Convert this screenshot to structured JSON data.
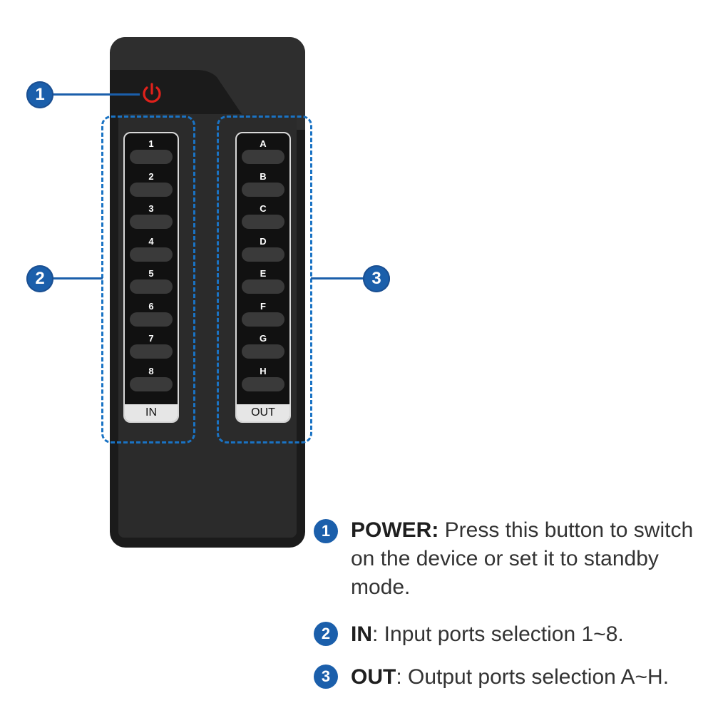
{
  "device": {
    "in_keys": [
      "1",
      "2",
      "3",
      "4",
      "5",
      "6",
      "7",
      "8"
    ],
    "out_keys": [
      "A",
      "B",
      "C",
      "D",
      "E",
      "F",
      "G",
      "H"
    ],
    "in_footer": "IN",
    "out_footer": "OUT",
    "power_icon": "power-icon",
    "power_color": "#e0211b"
  },
  "callouts": [
    "1",
    "2",
    "3"
  ],
  "legend": [
    {
      "num": "1",
      "term": "POWER:",
      "text": " Press this button to switch on the device or set it to standby mode."
    },
    {
      "num": "2",
      "term": "IN",
      "text": ": Input ports selection 1~8."
    },
    {
      "num": "3",
      "term": "OUT",
      "text": ": Output ports selection A~H."
    }
  ],
  "colors": {
    "accent": "#1b5fab",
    "dash": "#1a73c4",
    "remote": "#1b1b1b"
  }
}
